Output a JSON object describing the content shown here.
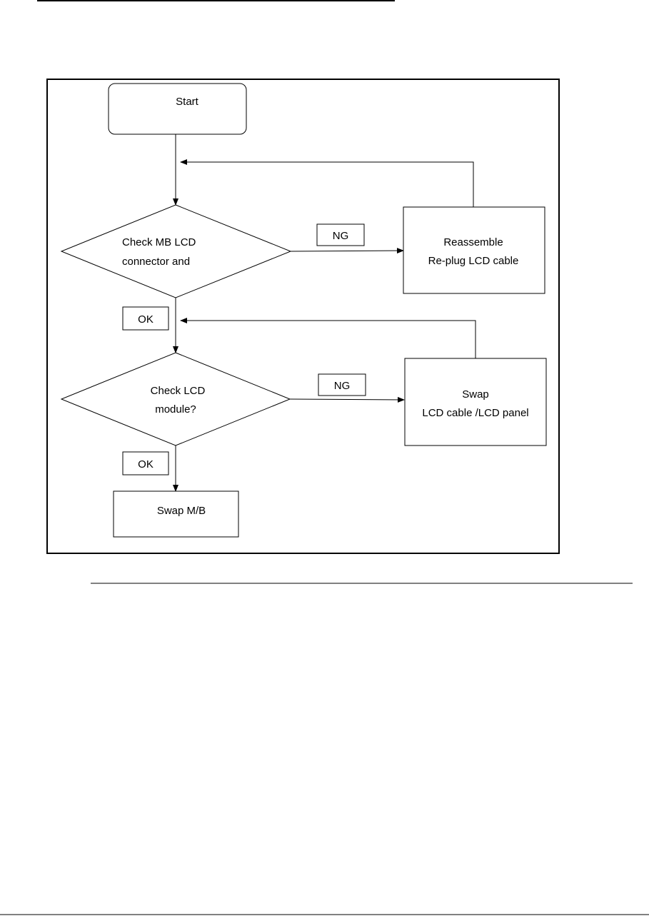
{
  "flowchart": {
    "start": {
      "label": "Start"
    },
    "decision_1": {
      "lines": [
        "Check MB LCD",
        "connector and"
      ]
    },
    "decision_2": {
      "lines": [
        "Check LCD",
        "module?"
      ]
    },
    "action_reassemble": {
      "lines": [
        "Reassemble",
        "Re-plug LCD cable"
      ]
    },
    "action_swap_cable": {
      "lines": [
        "Swap",
        "LCD cable /LCD panel"
      ]
    },
    "action_swap_mb": {
      "label": "Swap M/B"
    },
    "labels": {
      "ng_1": "NG",
      "ng_2": "NG",
      "ok_1": "OK",
      "ok_2": "OK"
    }
  },
  "colors": {
    "stroke": "#000000",
    "background": "#ffffff"
  }
}
